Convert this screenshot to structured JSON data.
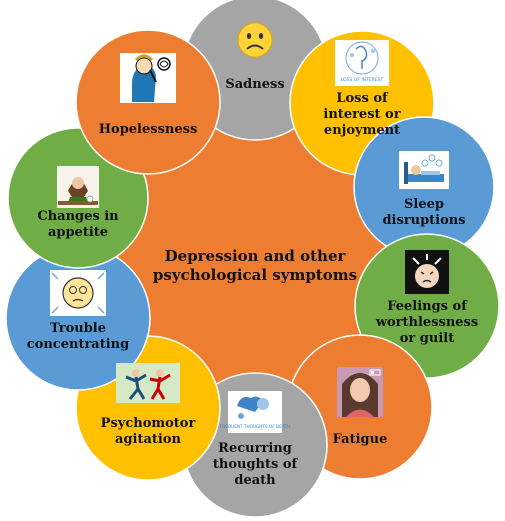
{
  "colors": {
    "center": "#ED7D31",
    "gray": "#A5A5A5",
    "yellow": "#FFC000",
    "blue": "#5B9BD5",
    "green": "#70AD47",
    "orange": "#ED7D31",
    "outline": "#FFFFFF"
  },
  "center": {
    "line1": "Depression and other",
    "line2": "psychological symptoms"
  },
  "symptoms": [
    {
      "id": "sadness",
      "color": "gray",
      "icon": "sad-face-icon",
      "label": [
        "Sadness"
      ]
    },
    {
      "id": "loss-of-interest",
      "color": "yellow",
      "icon": "loss-of-interest-icon",
      "icon_caption": "LOSS OF INTEREST",
      "label": [
        "Loss of",
        "interest or",
        "enjoyment"
      ]
    },
    {
      "id": "sleep",
      "color": "blue",
      "icon": "sleep-in-bed-icon",
      "label": [
        "Sleep",
        "disruptions"
      ]
    },
    {
      "id": "worthlessness",
      "color": "green",
      "icon": "distressed-head-icon",
      "label": [
        "Feelings of",
        "worthlessness",
        "or guilt"
      ]
    },
    {
      "id": "fatigue",
      "color": "orange",
      "icon": "tired-woman-icon",
      "label": [
        "Fatigue"
      ]
    },
    {
      "id": "recurring-thoughts",
      "color": "gray",
      "icon": "thoughts-of-death-icon",
      "icon_caption": "FREQUENT THOUGHTS OF DEATH",
      "label": [
        "Recurring",
        "thoughts of",
        "death"
      ]
    },
    {
      "id": "psychomotor",
      "color": "yellow",
      "icon": "agitated-people-icon",
      "label": [
        "Psychomotor",
        "agitation"
      ]
    },
    {
      "id": "concentrating",
      "color": "blue",
      "icon": "dizzy-face-icon",
      "label": [
        "Trouble",
        "concentrating"
      ]
    },
    {
      "id": "appetite",
      "color": "green",
      "icon": "woman-at-table-icon",
      "label": [
        "Changes in",
        "appetite"
      ]
    },
    {
      "id": "hopelessness",
      "color": "orange",
      "icon": "head-in-hand-icon",
      "label": [
        "Hopelessness"
      ]
    }
  ]
}
